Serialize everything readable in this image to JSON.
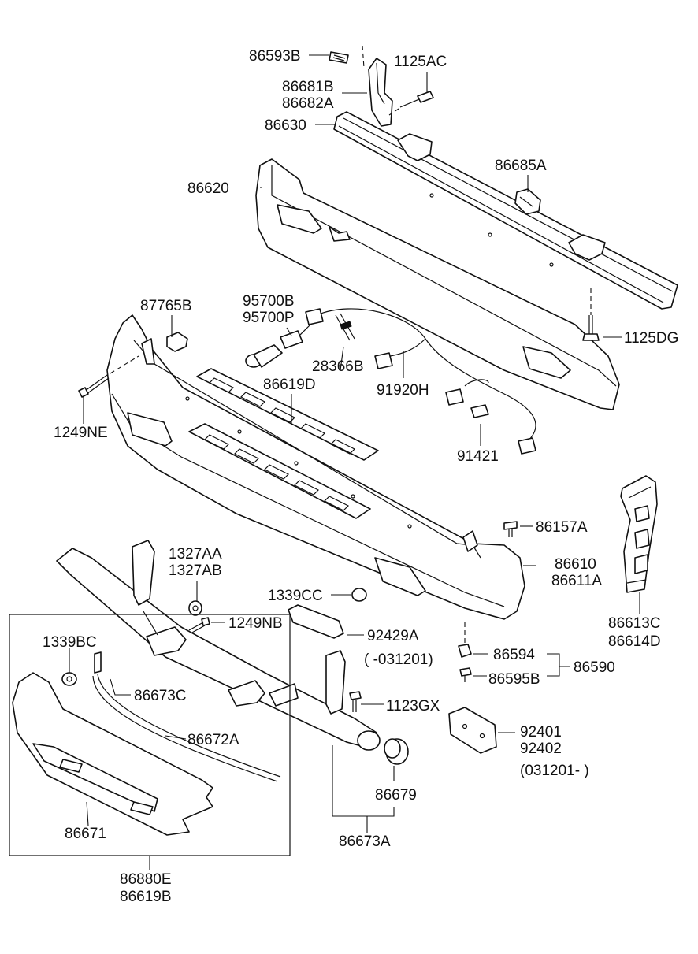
{
  "callouts": [
    {
      "id": "c86593B",
      "text": "86593B"
    },
    {
      "id": "c1125AC",
      "text": "1125AC"
    },
    {
      "id": "c86681B",
      "text": "86681B"
    },
    {
      "id": "c86682A",
      "text": "86682A"
    },
    {
      "id": "c86630",
      "text": "86630"
    },
    {
      "id": "c86685A",
      "text": "86685A"
    },
    {
      "id": "c86620",
      "text": "86620"
    },
    {
      "id": "c1125DG",
      "text": "1125DG"
    },
    {
      "id": "c87765B",
      "text": "87765B"
    },
    {
      "id": "c95700B",
      "text": "95700B"
    },
    {
      "id": "c95700P",
      "text": "95700P"
    },
    {
      "id": "c28366B",
      "text": "28366B"
    },
    {
      "id": "c86619D",
      "text": "86619D"
    },
    {
      "id": "c91920H",
      "text": "91920H"
    },
    {
      "id": "c1249NE",
      "text": "1249NE"
    },
    {
      "id": "c91421",
      "text": "91421"
    },
    {
      "id": "c86157A",
      "text": "86157A"
    },
    {
      "id": "c86610",
      "text": "86610"
    },
    {
      "id": "c86611A",
      "text": "86611A"
    },
    {
      "id": "c86613C",
      "text": "86613C"
    },
    {
      "id": "c86614D",
      "text": "86614D"
    },
    {
      "id": "c1327AA",
      "text": "1327AA"
    },
    {
      "id": "c1327AB",
      "text": "1327AB"
    },
    {
      "id": "c1339CC",
      "text": "1339CC"
    },
    {
      "id": "c1249NB",
      "text": "1249NB"
    },
    {
      "id": "c92429A",
      "text": "92429A"
    },
    {
      "id": "cRange1",
      "text": "( -031201)"
    },
    {
      "id": "c1339BC",
      "text": "1339BC"
    },
    {
      "id": "c86594",
      "text": "86594"
    },
    {
      "id": "c86590",
      "text": "86590"
    },
    {
      "id": "c86595B",
      "text": "86595B"
    },
    {
      "id": "c86673C",
      "text": "86673C"
    },
    {
      "id": "c1123GX",
      "text": "1123GX"
    },
    {
      "id": "c86672A",
      "text": "86672A"
    },
    {
      "id": "c92401",
      "text": "92401"
    },
    {
      "id": "c92402",
      "text": "92402"
    },
    {
      "id": "cRange2",
      "text": "(031201- )"
    },
    {
      "id": "c86679",
      "text": "86679"
    },
    {
      "id": "c86671",
      "text": "86671"
    },
    {
      "id": "c86673A",
      "text": "86673A"
    },
    {
      "id": "c86880E",
      "text": "86880E"
    },
    {
      "id": "c86619B",
      "text": "86619B"
    }
  ]
}
